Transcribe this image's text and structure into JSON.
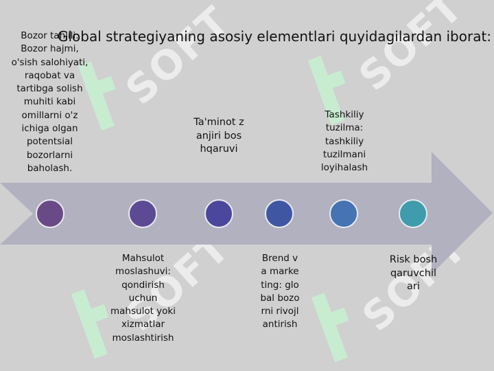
{
  "title": "Global strategiyaning asosiy elementlari quyidagilardan iborat:",
  "watermark": {
    "text": "SOFT",
    "color": "#ececec",
    "logo_color": "#c8ecd0"
  },
  "timeline": {
    "arrow_color": "#b2b1c0",
    "nodes": [
      {
        "color": "#6a4a86"
      },
      {
        "color": "#5d4a95"
      },
      {
        "color": "#4b479c"
      },
      {
        "color": "#3f57a3"
      },
      {
        "color": "#4573b3"
      },
      {
        "color": "#3f9cad"
      }
    ]
  },
  "labels": {
    "bozor": "Bozor tahlili: Bozor hajmi, o'sish salohiyati, raqobat va tartibga solish muhiti kabi omillarni o'z ichiga olgan potentsial bozorlarni baholash.",
    "mahsulot": "Mahsulot moslashuvi: qondirish uchun mahsulot yoki xizmatlar moslashtirish",
    "taminot": "Ta'minot zanjiri boshqaruvi",
    "brend": "Brend va marketing: global bozorni rivojlantirish",
    "tashkiliy": "Tashkiliy tuzilma: tashkiliy tuzilmani loyihalash",
    "risk": "Risk boshqaruvchilari"
  }
}
